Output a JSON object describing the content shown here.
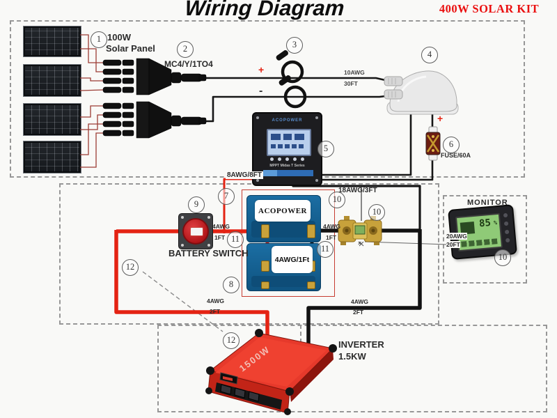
{
  "header": {
    "title": "Wiring Diagram",
    "kit": "400W SOLAR KIT"
  },
  "callouts": [
    {
      "n": "1"
    },
    {
      "n": "2"
    },
    {
      "n": "3"
    },
    {
      "n": "4"
    },
    {
      "n": "5"
    },
    {
      "n": "6"
    },
    {
      "n": "7"
    },
    {
      "n": "8"
    },
    {
      "n": "9"
    },
    {
      "n": "10"
    },
    {
      "n": "10"
    },
    {
      "n": "10"
    },
    {
      "n": "11"
    },
    {
      "n": "11"
    },
    {
      "n": "12"
    },
    {
      "n": "12"
    }
  ],
  "labels": {
    "panel_line1": "100W",
    "panel_line2": "Solar Panel",
    "mc4": "MC4/Y/1TO4",
    "awg10": "10AWG",
    "ft30": "30FT",
    "awg8": "8AWG/8FT",
    "awg18": "18AWG/3FT",
    "awg4_battery": "4AWG",
    "ft1_battery": "1FT",
    "awg4_shunt": "4AWG",
    "ft1_shunt": "1FT",
    "awg20": "20AWG",
    "ft20": "20FT",
    "awg4_red": "4AWG",
    "ft2_red": "2FT",
    "awg4_black": "4AWG",
    "ft2_black": "2FT",
    "fuse": "FUSE/60A",
    "monitor_box": "MONITOR",
    "battery_switch": "BATTERY SWITCH",
    "inverter_line1": "INVERTER",
    "inverter_line2": "1.5KW",
    "plus_array": "+",
    "minus_array": "-",
    "plus_fuse": "+",
    "x_mark": "×"
  },
  "devices": {
    "battery": {
      "brand": "ACOPOWER",
      "jumper": "4AWG/1Ft"
    },
    "inverter": {
      "watts": "1500W"
    },
    "monitor": {
      "soc": "85",
      "pct": "%"
    },
    "controller": {
      "brand": "ACOPOWER",
      "series": "MPPT Midas T Series"
    }
  },
  "colors": {
    "wire_red": "#e42313",
    "wire_black": "#121212",
    "accent_red": "#ea0f0f",
    "battery_blue": "#15628f",
    "brass": "#c9a23b"
  }
}
